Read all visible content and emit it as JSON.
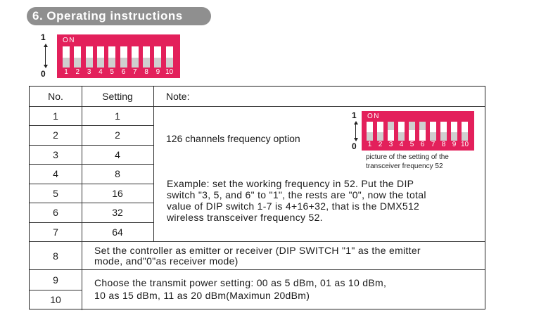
{
  "header": {
    "title": "6. Operating instructions"
  },
  "dip_top": {
    "on_label": "ON",
    "axis_top": "1",
    "axis_bottom": "0",
    "switches": [
      "1",
      "2",
      "3",
      "4",
      "5",
      "6",
      "7",
      "8",
      "9",
      "10"
    ]
  },
  "table": {
    "headers": {
      "no": "No.",
      "setting": "Setting",
      "note": "Note:"
    },
    "rows": [
      {
        "no": "1",
        "setting": "1"
      },
      {
        "no": "2",
        "setting": "2"
      },
      {
        "no": "3",
        "setting": "4"
      },
      {
        "no": "4",
        "setting": "8"
      },
      {
        "no": "5",
        "setting": "16"
      },
      {
        "no": "6",
        "setting": "32"
      },
      {
        "no": "7",
        "setting": "64"
      },
      {
        "no": "8"
      },
      {
        "no": "9"
      },
      {
        "no": "10"
      }
    ],
    "channels_note": "126 channels frequency option",
    "example_lines": [
      "Example: set the working frequency in 52. Put the DIP",
      "switch \"3, 5, and 6\" to \"1\", the rests are \"0\", now the total",
      "value of DIP switch 1-7 is 4+16+32, that is the DMX512",
      "wireless transceiver frequency 52."
    ],
    "row8_note_lines": [
      "Set the controller as emitter or receiver (DIP SWITCH \"1\" as the emitter",
      " mode, and\"0\"as receiver mode)"
    ],
    "row9_10_note_lines": [
      "Choose the transmit power setting: 00 as 5 dBm, 01 as 10 dBm,",
      "10 as 15 dBm, 11 as 20 dBm(Maximun 20dBm)"
    ]
  },
  "dip_example": {
    "on_label": "ON",
    "axis_top": "1",
    "axis_bottom": "0",
    "switches": [
      "1",
      "2",
      "3",
      "4",
      "5",
      "6",
      "7",
      "8",
      "9",
      "10"
    ],
    "caption_lines": [
      "picture of the setting of the",
      "transceiver frequency 52"
    ]
  },
  "colors": {
    "dip_red": "#e3205b",
    "header_gray": "#8f8f8f"
  }
}
